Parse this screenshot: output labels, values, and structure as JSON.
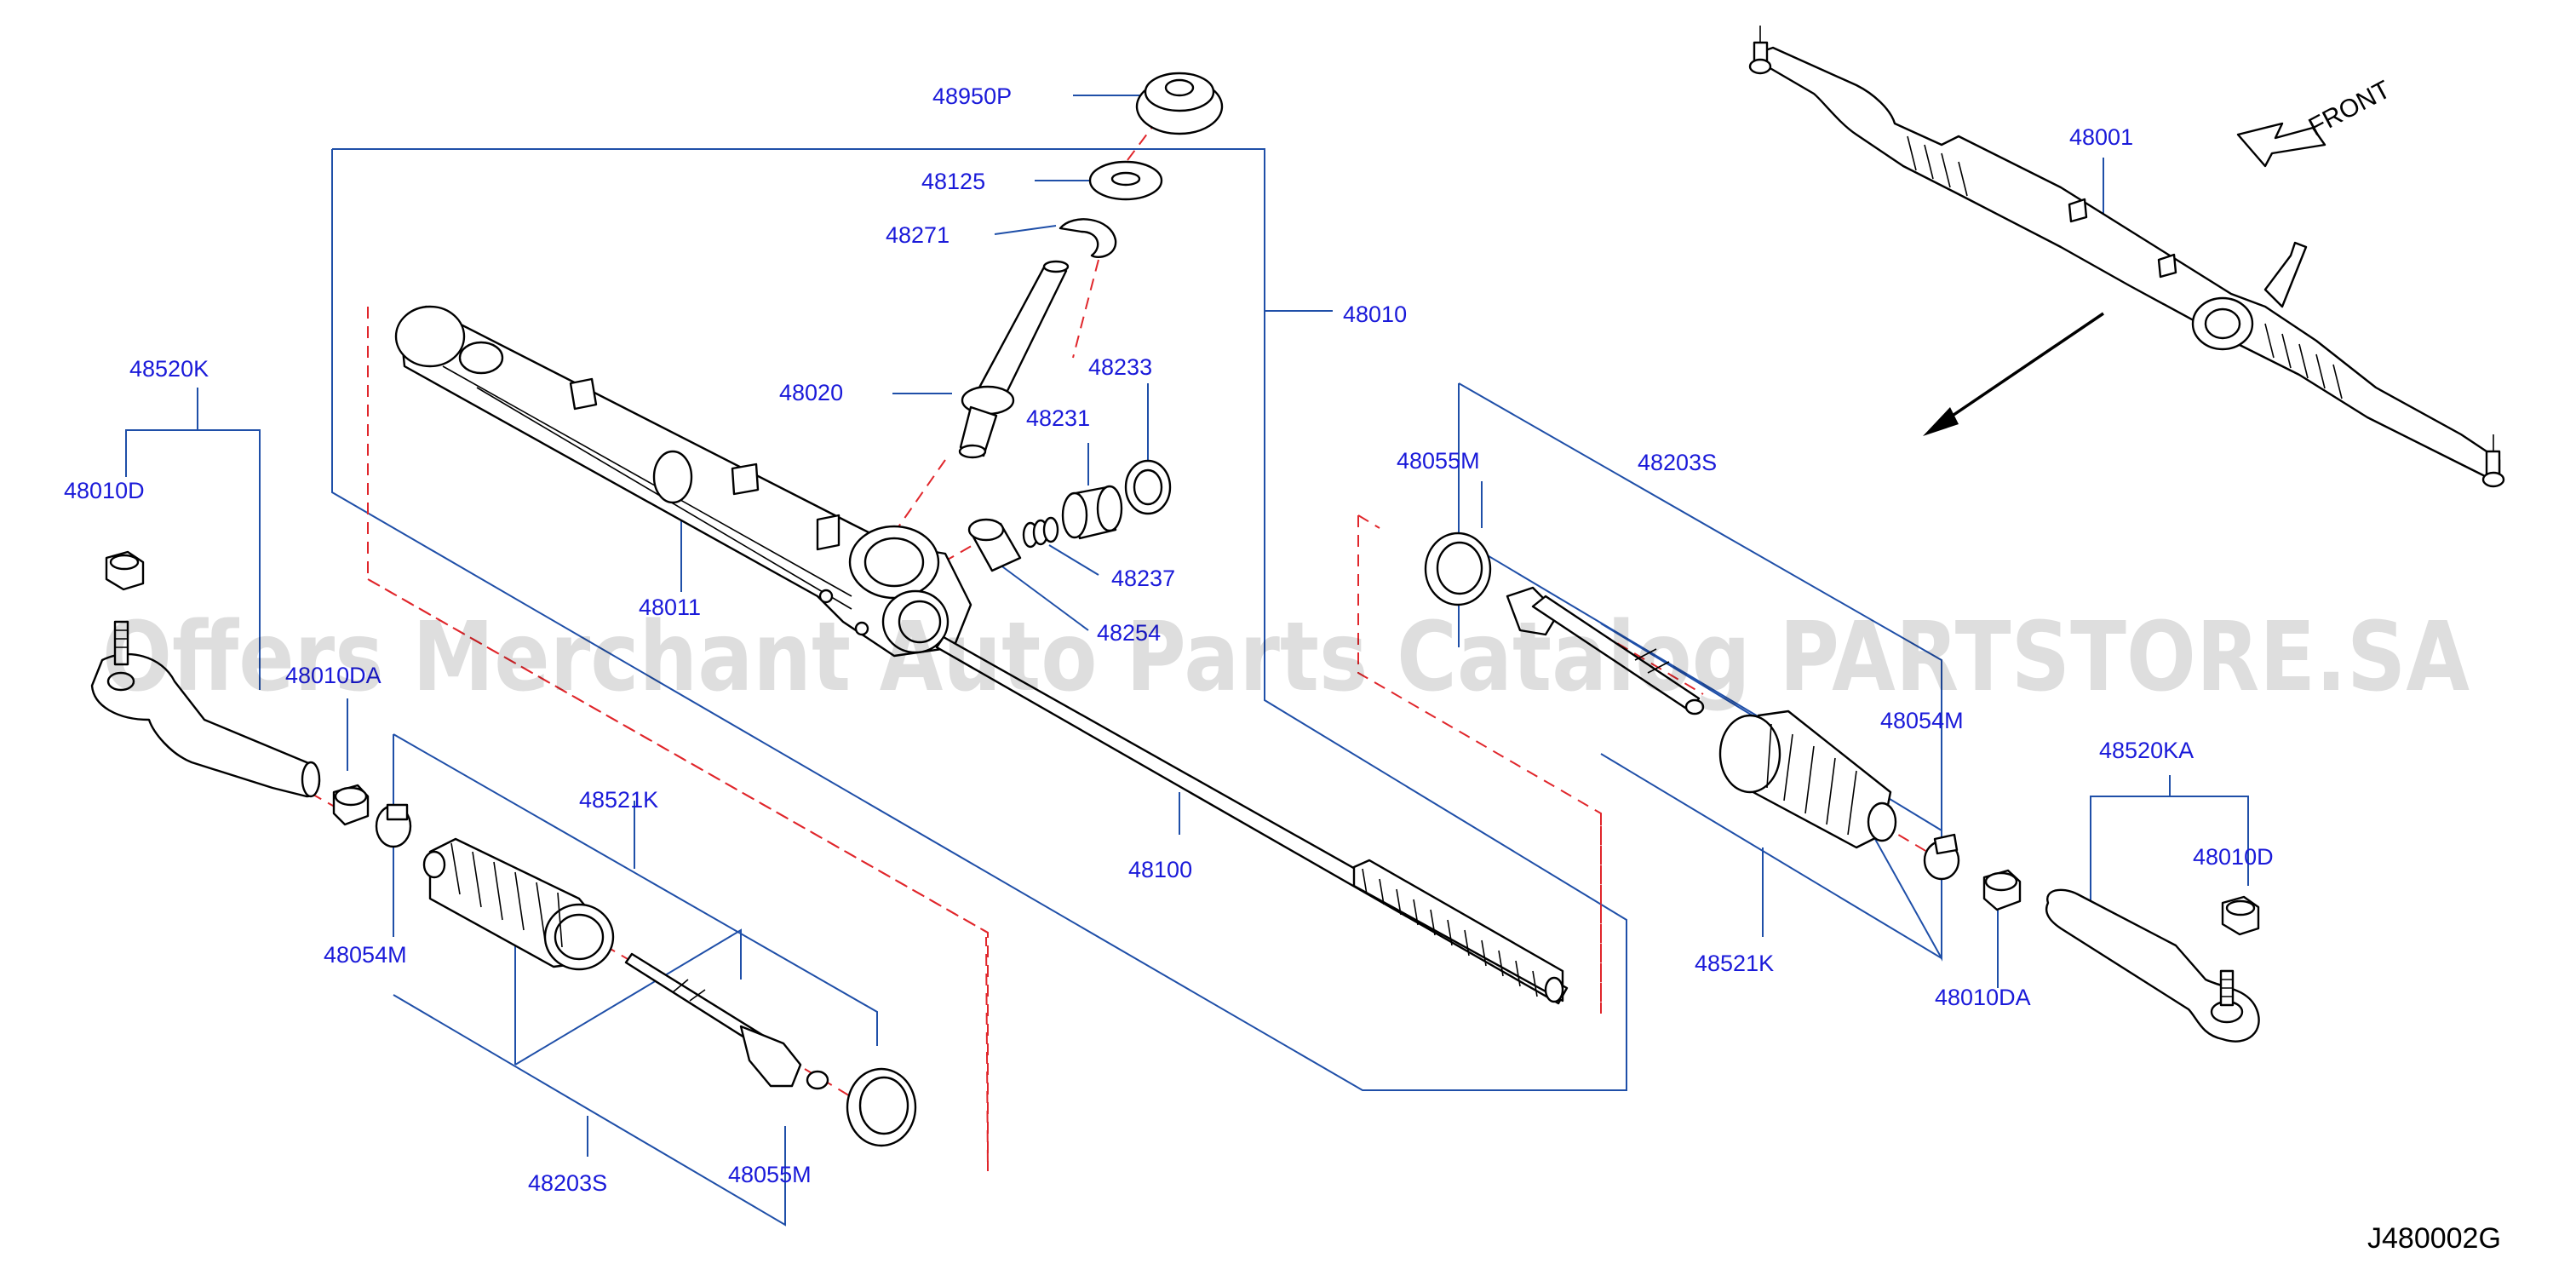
{
  "labels": {
    "p48950P": "48950P",
    "p48125": "48125",
    "p48271": "48271",
    "p48010": "48010",
    "p48233": "48233",
    "p48020": "48020",
    "p48231": "48231",
    "p48520K": "48520K",
    "p48010D_left": "48010D",
    "p48237": "48237",
    "p48011": "48011",
    "p48254": "48254",
    "p48010DA_left": "48010DA",
    "p48521K_left": "48521K",
    "p48100": "48100",
    "p48054M_left": "48054M",
    "p48055M_left": "48055M",
    "p48203S_left": "48203S",
    "p48001": "48001",
    "p48055M_right": "48055M",
    "p48203S_right": "48203S",
    "p48054M_right": "48054M",
    "p48520KA": "48520KA",
    "p48010D_right": "48010D",
    "p48521K_right": "48521K",
    "p48010DA_right": "48010DA"
  },
  "front_label": "FRONT",
  "drawing_code": "J480002G",
  "watermark": "Offers Merchant Auto Parts Catalog PARTSTORE.SA",
  "colors": {
    "label": "#1a1ad9",
    "leader": "#1f4fa8",
    "dashed": "#e0262b",
    "line": "#000000"
  }
}
